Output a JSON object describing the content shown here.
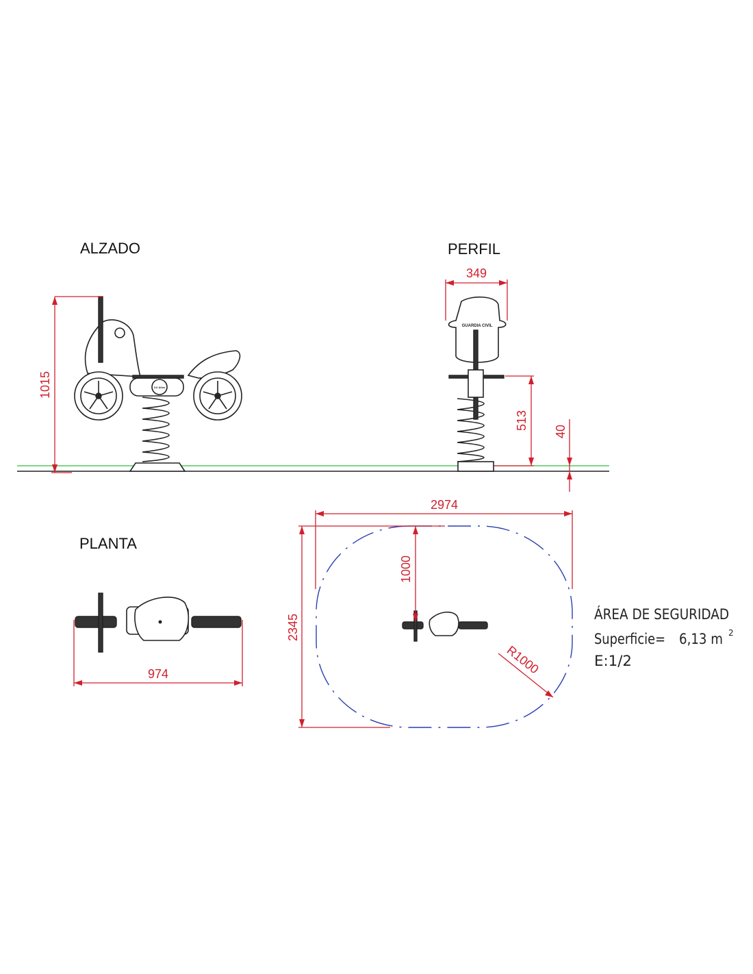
{
  "views": {
    "alzado": "ALZADO",
    "perfil": "PERFIL",
    "planta": "PLANTA"
  },
  "dimensions": {
    "height_total": "1015",
    "width_profile": "349",
    "seat_height": "513",
    "base_height": "40",
    "area_width": "2974",
    "area_depth": "2345",
    "area_offset": "1000",
    "area_radius": "R1000",
    "plan_length": "974"
  },
  "safety_note": {
    "title": "ÁREA DE SEGURIDAD",
    "surface_label": "Superficie=",
    "surface_value": "6,13 m",
    "surface_unit_exp": "2",
    "scale": "E:1/2"
  },
  "equipment_markings": {
    "age_badge": "3-6 Años",
    "fairing_text": "GUARDIA CIVIL"
  },
  "colors": {
    "dimension": "#d0202e",
    "ground": "#2fbf3a",
    "safety_area": "#2a3fb0",
    "drawing": "#222222"
  }
}
